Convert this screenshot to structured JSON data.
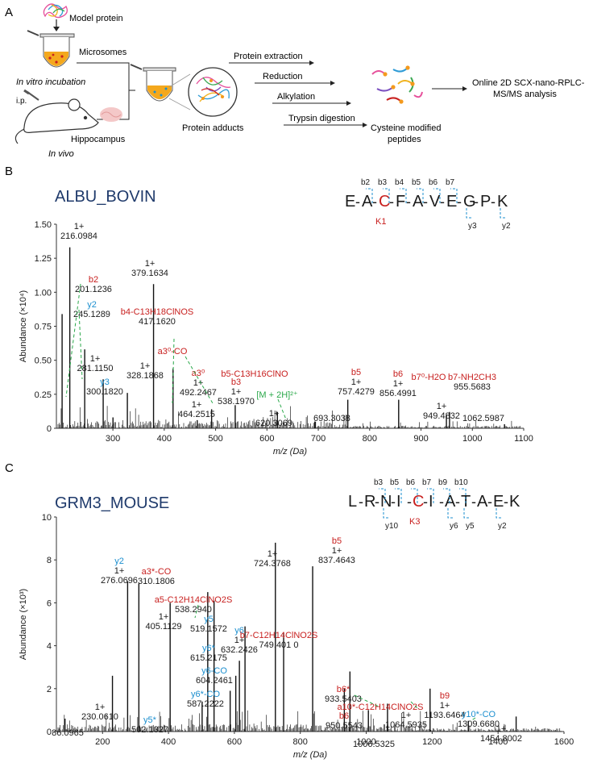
{
  "panel_labels": {
    "a": "A",
    "b": "B",
    "c": "C"
  },
  "workflow": {
    "model_protein": "Model protein",
    "microsomes": "Microsomes",
    "in_vitro": "In vitro incubation",
    "ip": "i.p.",
    "hippocampus": "Hippocampus",
    "in_vivo": "In vivo",
    "protein_adducts": "Protein adducts",
    "steps": [
      "Protein extraction",
      "Reduction",
      "Alkylation",
      "Trypsin digestion"
    ],
    "cys_peptides_1": "Cysteine modified",
    "cys_peptides_2": "peptides",
    "online_1": "Online 2D SCX-nano-RPLC-",
    "online_2": "MS/MS analysis"
  },
  "colors": {
    "red": "#c8201f",
    "blue": "#1c8fcf",
    "green": "#2aa84a",
    "black": "#1a1a1a",
    "navy": "#1f3a6b"
  },
  "chart_data": [
    {
      "type": "bar",
      "protein": "ALBU_BOVIN",
      "sequence": [
        "E",
        "A",
        "C",
        "F",
        "A",
        "V",
        "E",
        "G",
        "P",
        "K"
      ],
      "modified_index": 2,
      "mod_label": "K1",
      "b_ions": [
        "b2",
        "b3",
        "b4",
        "b5",
        "b6",
        "b7"
      ],
      "y_ions": [
        "y3",
        "y2"
      ],
      "xlabel": "m/z (Da)",
      "ylabel": "Abundance (×10⁴)",
      "xlim": [
        190,
        1100
      ],
      "ylim": [
        0,
        1.5
      ],
      "xticks": [
        300,
        400,
        500,
        600,
        700,
        800,
        900,
        1000,
        1100
      ],
      "yticks": [
        "0",
        "0.25",
        "0.50",
        "0.75",
        "1.00",
        "1.25",
        "1.50"
      ],
      "peaks": [
        {
          "mz": 216.0984,
          "y": 1.33
        },
        {
          "mz": 201.1236,
          "y": 0.84
        },
        {
          "mz": 245.1289,
          "y": 0.58
        },
        {
          "mz": 281.115,
          "y": 0.36
        },
        {
          "mz": 328.1868,
          "y": 0.26
        },
        {
          "mz": 300.182,
          "y": 0.08
        },
        {
          "mz": 379.1634,
          "y": 1.06
        },
        {
          "mz": 417.162,
          "y": 0.44
        },
        {
          "mz": 492.2467,
          "y": 0.14
        },
        {
          "mz": 464.2515,
          "y": 0.06
        },
        {
          "mz": 538.197,
          "y": 0.17
        },
        {
          "mz": 620.3069,
          "y": 0.12
        },
        {
          "mz": 693.3038,
          "y": 0.05
        },
        {
          "mz": 757.4279,
          "y": 0.21
        },
        {
          "mz": 856.4991,
          "y": 0.21
        },
        {
          "mz": 949.4832,
          "y": 0.1
        },
        {
          "mz": 955.5683,
          "y": 0.12
        },
        {
          "mz": 1062.5987,
          "y": 0.03
        }
      ],
      "annotations": [
        {
          "ion": "",
          "charge": "1+",
          "mz": "216.0984",
          "color": "black"
        },
        {
          "ion": "b2",
          "charge": "",
          "mz": "201.1236",
          "color": "red"
        },
        {
          "ion": "y2",
          "charge": "",
          "mz": "245.1289",
          "color": "blue"
        },
        {
          "ion": "",
          "charge": "1+",
          "mz": "379.1634",
          "color": "black"
        },
        {
          "ion": "b4-C13H18ClNOS",
          "charge": "",
          "mz": "417.1620",
          "color": "red"
        },
        {
          "ion": "",
          "charge": "1+",
          "mz": "281.1150",
          "color": "black"
        },
        {
          "ion": "",
          "charge": "1+",
          "mz": "328.1868",
          "color": "black"
        },
        {
          "ion": "a3⁰-CO",
          "charge": "",
          "mz": "",
          "color": "red"
        },
        {
          "ion": "a3⁰",
          "charge": "1+",
          "mz": "492.2467",
          "color": "red"
        },
        {
          "ion": "y3",
          "charge": "",
          "mz": "300.1820",
          "color": "blue"
        },
        {
          "ion": "",
          "charge": "1+",
          "mz": "464.2515",
          "color": "black"
        },
        {
          "ion": "b3",
          "charge": "1+",
          "mz": "538.1970",
          "color": "red"
        },
        {
          "ion": "b5-C13H16ClNO",
          "charge": "",
          "mz": "",
          "color": "red"
        },
        {
          "ion": "[M + 2H]²⁺",
          "charge": "",
          "mz": "",
          "color": "green"
        },
        {
          "ion": "",
          "charge": "1+",
          "mz": "620.3069",
          "color": "black"
        },
        {
          "ion": "",
          "charge": "",
          "mz": "693.3038",
          "color": "black"
        },
        {
          "ion": "b5",
          "charge": "1+",
          "mz": "757.4279",
          "color": "red"
        },
        {
          "ion": "b6",
          "charge": "1+",
          "mz": "856.4991",
          "color": "red"
        },
        {
          "ion": "b7⁰-H2O",
          "charge": "",
          "mz": "",
          "color": "red"
        },
        {
          "ion": "b7-NH2CH3",
          "charge": "",
          "mz": "955.5683",
          "color": "red"
        },
        {
          "ion": "",
          "charge": "1+",
          "mz": "949.4832",
          "color": "black"
        },
        {
          "ion": "",
          "charge": "",
          "mz": "1062.5987",
          "color": "black"
        }
      ]
    },
    {
      "type": "bar",
      "protein": "GRM3_MOUSE",
      "sequence": [
        "L",
        "R",
        "N",
        "I",
        "C",
        "I",
        "A",
        "T",
        "A",
        "E",
        "K"
      ],
      "modified_index": 4,
      "mod_label": "K3",
      "b_ions": [
        "b3",
        "b5",
        "b6",
        "b7",
        "b9",
        "b10"
      ],
      "y_ions": [
        "y10",
        "y6",
        "y5",
        "y2"
      ],
      "xlabel": "m/z (Da)",
      "ylabel": "Abundance (×10³)",
      "xlim": [
        60,
        1600
      ],
      "ylim": [
        0,
        10
      ],
      "xticks": [
        200,
        400,
        600,
        800,
        1000,
        1200,
        1400,
        1600
      ],
      "yticks": [
        "0",
        "2",
        "4",
        "6",
        "8",
        "10"
      ],
      "peaks": [
        {
          "mz": 86.0965,
          "y": 0.6
        },
        {
          "mz": 230.061,
          "y": 2.6
        },
        {
          "mz": 276.0696,
          "y": 7.0
        },
        {
          "mz": 310.1806,
          "y": 6.9
        },
        {
          "mz": 405.1129,
          "y": 6.0
        },
        {
          "mz": 502.1327,
          "y": 1.4
        },
        {
          "mz": 519.1572,
          "y": 6.5
        },
        {
          "mz": 538.294,
          "y": 6.1
        },
        {
          "mz": 587.2222,
          "y": 1.9
        },
        {
          "mz": 604.2461,
          "y": 2.6
        },
        {
          "mz": 615.2175,
          "y": 3.3
        },
        {
          "mz": 632.2426,
          "y": 4.9
        },
        {
          "mz": 724.3768,
          "y": 8.8
        },
        {
          "mz": 749.401,
          "y": 4.6
        },
        {
          "mz": 837.4643,
          "y": 7.7
        },
        {
          "mz": 933.5403,
          "y": 2.0
        },
        {
          "mz": 950.5543,
          "y": 2.8
        },
        {
          "mz": 1006.5325,
          "y": 1.0
        },
        {
          "mz": 1064.5935,
          "y": 1.3
        },
        {
          "mz": 1193.6464,
          "y": 2.0
        },
        {
          "mz": 1309.668,
          "y": 0.5
        },
        {
          "mz": 1454.8002,
          "y": 0.7
        }
      ],
      "annotations": [
        {
          "ion": "y2",
          "charge": "1+",
          "mz": "276.0696",
          "color": "blue"
        },
        {
          "ion": "a3*-CO",
          "charge": "",
          "mz": "310.1806",
          "color": "red"
        },
        {
          "ion": "a5-C12H14ClNO2S",
          "charge": "",
          "mz": "538.2940",
          "color": "red"
        },
        {
          "ion": "",
          "charge": "1+",
          "mz": "724.3768",
          "color": "black"
        },
        {
          "ion": "b5",
          "charge": "1+",
          "mz": "837.4643",
          "color": "red"
        },
        {
          "ion": "",
          "charge": "1+",
          "mz": "405.1129",
          "color": "black"
        },
        {
          "ion": "y5",
          "charge": "",
          "mz": "519.1572",
          "color": "blue"
        },
        {
          "ion": "y6",
          "charge": "1+",
          "mz": "632.2426",
          "color": "blue"
        },
        {
          "ion": "b7-C12H14ClNO2S",
          "charge": "",
          "mz": "749.401 0",
          "color": "red"
        },
        {
          "ion": "y6*",
          "charge": "",
          "mz": "615.2175",
          "color": "blue"
        },
        {
          "ion": "y6-CO",
          "charge": "",
          "mz": "604.2461",
          "color": "blue"
        },
        {
          "ion": "y6*-CO",
          "charge": "",
          "mz": "587.2222",
          "color": "blue"
        },
        {
          "ion": "y5*",
          "charge": "",
          "mz": "502.1327",
          "color": "blue"
        },
        {
          "ion": "",
          "charge": "1+",
          "mz": "230.0610",
          "color": "black"
        },
        {
          "ion": "",
          "charge": "",
          "mz": "86.0965",
          "color": "black"
        },
        {
          "ion": "b6*",
          "charge": "",
          "mz": "933.5403",
          "color": "red"
        },
        {
          "ion": "a10*-C12H14ClNO2S",
          "charge": "",
          "mz": "",
          "color": "red"
        },
        {
          "ion": "b6",
          "charge": "",
          "mz": "950.5543",
          "color": "red"
        },
        {
          "ion": "",
          "charge": "",
          "mz": "1006.5325",
          "color": "black"
        },
        {
          "ion": "",
          "charge": "1+",
          "mz": "1064.5935",
          "color": "black"
        },
        {
          "ion": "b9",
          "charge": "1+",
          "mz": "1193.6464",
          "color": "red"
        },
        {
          "ion": "y10*-CO",
          "charge": "",
          "mz": "1309.6680",
          "color": "blue"
        },
        {
          "ion": "",
          "charge": "1+",
          "mz": "1454.8002",
          "color": "black"
        }
      ]
    }
  ]
}
